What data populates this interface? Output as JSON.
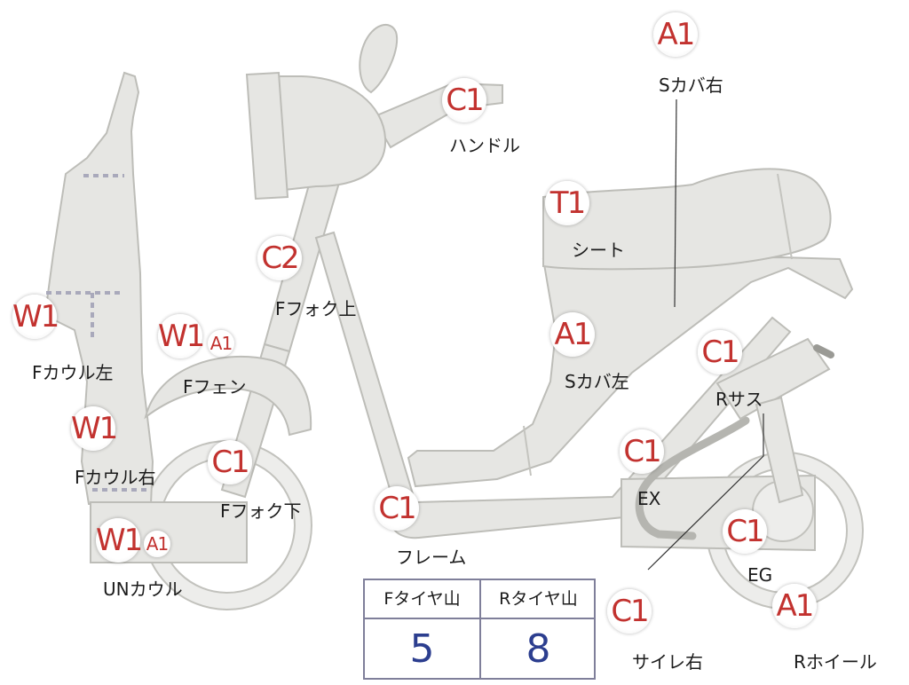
{
  "parts": [
    {
      "id": "handle",
      "codes": [
        "C1"
      ],
      "label": "ハンドル"
    },
    {
      "id": "seat-cover-right",
      "codes": [
        "A1"
      ],
      "label": "Sカバ右"
    },
    {
      "id": "seat",
      "codes": [
        "T1"
      ],
      "label": "シート"
    },
    {
      "id": "front-fork-upper",
      "codes": [
        "C2"
      ],
      "label": "Fフォク上"
    },
    {
      "id": "front-cowl-left",
      "codes": [
        "W1"
      ],
      "label": "Fカウル左"
    },
    {
      "id": "front-fender",
      "codes": [
        "W1",
        "A1"
      ],
      "label": "Fフェン"
    },
    {
      "id": "seat-cover-left",
      "codes": [
        "A1"
      ],
      "label": "Sカバ左"
    },
    {
      "id": "rear-suspension",
      "codes": [
        "C1"
      ],
      "label": "Rサス"
    },
    {
      "id": "front-cowl-right",
      "codes": [
        "W1"
      ],
      "label": "Fカウル右"
    },
    {
      "id": "front-fork-lower",
      "codes": [
        "C1"
      ],
      "label": "Fフォク下"
    },
    {
      "id": "exhaust",
      "codes": [
        "C1"
      ],
      "label": "EX"
    },
    {
      "id": "frame",
      "codes": [
        "C1"
      ],
      "label": "フレーム"
    },
    {
      "id": "engine",
      "codes": [
        "C1"
      ],
      "label": "EG"
    },
    {
      "id": "under-cowl",
      "codes": [
        "W1",
        "A1"
      ],
      "label": "UNカウル"
    },
    {
      "id": "muffler-right",
      "codes": [
        "C1"
      ],
      "label": "サイレ右"
    },
    {
      "id": "rear-wheel",
      "codes": [
        "A1"
      ],
      "label": "Rホイール"
    }
  ],
  "tire_tread": {
    "headers": [
      "Fタイヤ山",
      "Rタイヤ山"
    ],
    "values": [
      "5",
      "8"
    ]
  },
  "colors": {
    "badge_text": "#c2322f",
    "value_text": "#2c3e8f",
    "part_fill": "#e6e6e3",
    "table_border": "#7f7f9a"
  }
}
